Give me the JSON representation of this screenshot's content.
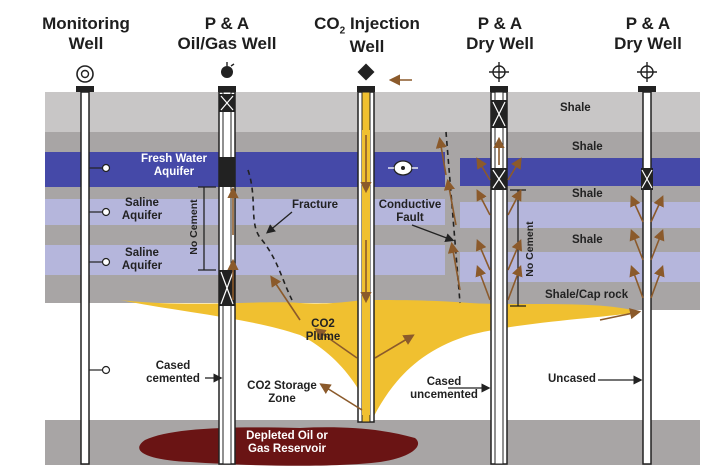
{
  "headers": {
    "monitoring": [
      "Monitoring",
      "Well"
    ],
    "pa_oilgas": [
      "P & A",
      "Oil/Gas Well"
    ],
    "co2_injection": [
      "CO",
      "2",
      " Injection",
      "Well"
    ],
    "pa_dry1": [
      "P & A",
      "Dry Well"
    ],
    "pa_dry2": [
      "P & A",
      "Dry Well"
    ]
  },
  "labels": {
    "shale": "Shale",
    "fresh_water": [
      "Fresh Water",
      "Aquifer"
    ],
    "saline1": [
      "Saline",
      "Aquifer"
    ],
    "saline2": [
      "Saline",
      "Aquifer"
    ],
    "no_cement": "No Cement",
    "fracture": "Fracture",
    "conductive_fault": [
      "Conductive",
      "Fault"
    ],
    "co2_plume": [
      "CO2",
      "Plume"
    ],
    "cased_cemented": [
      "Cased",
      "cemented"
    ],
    "co2_storage": [
      "CO2 Storage",
      "Zone"
    ],
    "cased_uncemented": [
      "Cased",
      "uncemented"
    ],
    "uncased": "Uncased",
    "shale_caprock": "Shale/Cap rock",
    "depleted": [
      "Depleted Oil or",
      "Gas Reservoir"
    ]
  },
  "colors": {
    "shale_light": "#c8c6c6",
    "shale_dark": "#a8a5a5",
    "fresh_water": "#4549a8",
    "saline": "#b5b6dc",
    "plume": "#f0c030",
    "reservoir": "#6a1414",
    "arrow": "#8b5a2b"
  }
}
